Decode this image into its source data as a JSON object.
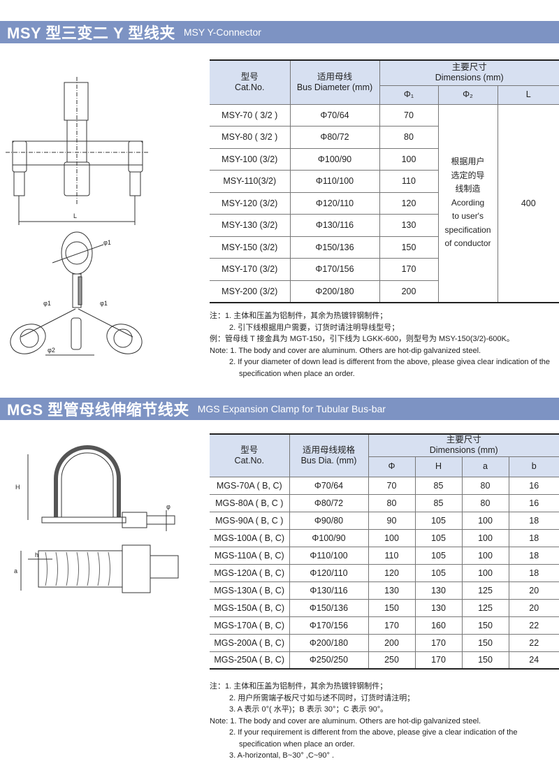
{
  "msy": {
    "title_cn": "MSY 型三变二 Y 型线夹",
    "title_en": "MSY Y-Connector",
    "headers": {
      "model_cn": "型号",
      "model_en": "Cat.No.",
      "bus_cn": "适用母线",
      "bus_en": "Bus Diameter (mm)",
      "dims_cn": "主要尺寸",
      "dims_en": "Dimensions (mm)",
      "phi1": "Φ₁",
      "phi2": "Φ₂",
      "L": "L"
    },
    "rows": [
      [
        "MSY-70 ( 3/2 )",
        "Φ70/64",
        "70"
      ],
      [
        "MSY-80 ( 3/2 )",
        "Φ80/72",
        "80"
      ],
      [
        "MSY-100 (3/2)",
        "Φ100/90",
        "100"
      ],
      [
        "MSY-110(3/2)",
        "Φ110/100",
        "110"
      ],
      [
        "MSY-120 (3/2)",
        "Φ120/110",
        "120"
      ],
      [
        "MSY-130 (3/2)",
        "Φ130/116",
        "130"
      ],
      [
        "MSY-150 (3/2)",
        "Φ150/136",
        "150"
      ],
      [
        "MSY-170 (3/2)",
        "Φ170/156",
        "170"
      ],
      [
        "MSY-200 (3/2)",
        "Φ200/180",
        "200"
      ]
    ],
    "phi2_merged": [
      "根据用户",
      "选定的导",
      "线制造",
      "Acording",
      "to user's",
      "specification",
      "of conductor"
    ],
    "L_merged": "400",
    "notes": [
      "注：1. 主体和压盖为铝制件，其余为热镀锌钢制件；",
      "2. 引下线根据用户需要，订货时请注明导线型号；",
      "例：管母线 T 接金具为 MGT-150，引下线为 LGKK-600，则型号为 MSY-150(3/2)-600K。",
      "Note: 1. The body and cover are aluminum. Others are hot-dip galvanized steel.",
      "2. If your diameter of down lead is different from the above, please givea clear indication of the",
      "specification when place an order."
    ],
    "drawing_labels": {
      "L": "L",
      "phi1": "φ1",
      "phi2": "φ2"
    }
  },
  "mgs": {
    "title_cn": "MGS 型管母线伸缩节线夹",
    "title_en": "MGS Expansion Clamp for Tubular Bus-bar",
    "headers": {
      "model_cn": "型号",
      "model_en": "Cat.No.",
      "bus_cn": "适用母线规格",
      "bus_en": "Bus Dia. (mm)",
      "dims_cn": "主要尺寸",
      "dims_en": "Dimensions (mm)",
      "phi": "Φ",
      "H": "H",
      "a": "a",
      "b": "b"
    },
    "rows": [
      [
        "MGS-70A ( B, C)",
        "Φ70/64",
        "70",
        "85",
        "80",
        "16"
      ],
      [
        "MGS-80A ( B, C )",
        "Φ80/72",
        "80",
        "85",
        "80",
        "16"
      ],
      [
        "MGS-90A ( B, C )",
        "Φ90/80",
        "90",
        "105",
        "100",
        "18"
      ],
      [
        "MGS-100A ( B, C)",
        "Φ100/90",
        "100",
        "105",
        "100",
        "18"
      ],
      [
        "MGS-110A ( B, C)",
        "Φ110/100",
        "110",
        "105",
        "100",
        "18"
      ],
      [
        "MGS-120A ( B, C)",
        "Φ120/110",
        "120",
        "105",
        "100",
        "18"
      ],
      [
        "MGS-130A ( B, C)",
        "Φ130/116",
        "130",
        "130",
        "125",
        "20"
      ],
      [
        "MGS-150A ( B, C)",
        "Φ150/136",
        "150",
        "130",
        "125",
        "20"
      ],
      [
        "MGS-170A ( B, C)",
        "Φ170/156",
        "170",
        "160",
        "150",
        "22"
      ],
      [
        "MGS-200A ( B, C)",
        "Φ200/180",
        "200",
        "170",
        "150",
        "22"
      ],
      [
        "MGS-250A ( B, C)",
        "Φ250/250",
        "250",
        "170",
        "150",
        "24"
      ]
    ],
    "notes": [
      "注：1. 主体和压盖为铝制件，其余为热镀锌钢制件；",
      "2. 用户所需端子板尺寸如与述不同时，订货时请注明；",
      "3. A 表示 0°( 水平)；B 表示 30°；C 表示 90°。",
      "Note: 1. The body and cover are aluminum. Others are hot-dip galvanized steel.",
      "2. If your requirement is different from the above, please give a clear indication of the",
      "specification when place an order.",
      "3. A-horizontal, B~30° ,C~90° ."
    ],
    "drawing_labels": {
      "H": "H",
      "phi": "φ",
      "h": "h",
      "a": "a"
    }
  }
}
